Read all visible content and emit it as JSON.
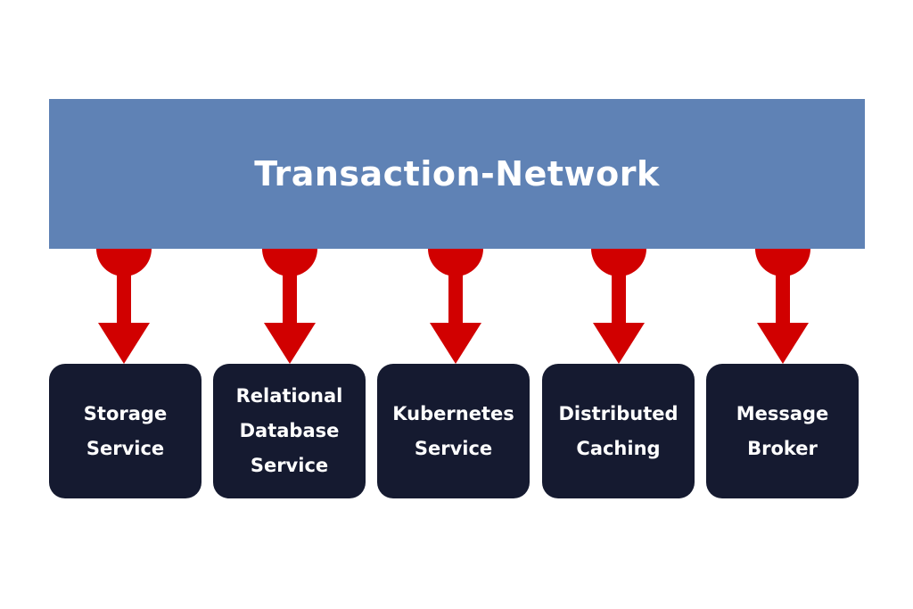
{
  "network": {
    "title": "Transaction-Network"
  },
  "services": [
    {
      "label": "Storage\nService"
    },
    {
      "label": "Relational\nDatabase\nService"
    },
    {
      "label": "Kubernetes\nService"
    },
    {
      "label": "Distributed\nCaching"
    },
    {
      "label": "Message\nBroker"
    }
  ],
  "colors": {
    "banner": "#5f82b5",
    "box": "#151a30",
    "arrow": "#d10000",
    "text": "#ffffff"
  }
}
